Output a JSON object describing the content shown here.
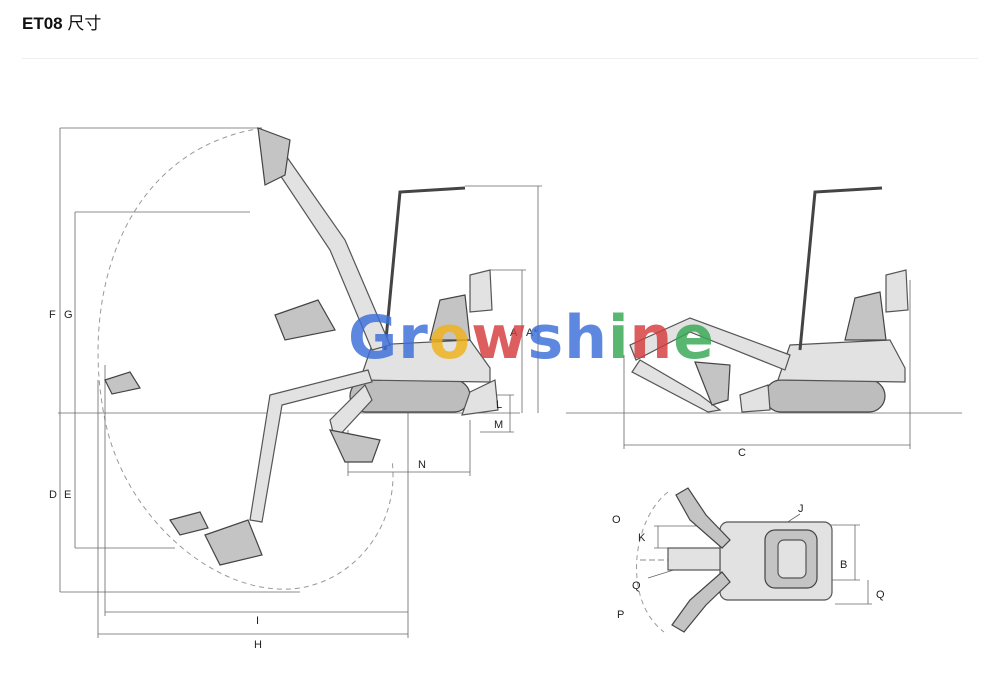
{
  "title": {
    "model": "ET08",
    "suffix": "尺寸"
  },
  "watermark": {
    "letters": [
      "G",
      "r",
      "o",
      "w",
      "s",
      "h",
      "i",
      "n",
      "e"
    ],
    "colors": [
      "#3b6fd9",
      "#3b6fd9",
      "#f0b21a",
      "#d63b3b",
      "#3b6fd9",
      "#3b6fd9",
      "#35a853",
      "#d63b3b",
      "#35a853"
    ]
  },
  "dimension_labels": {
    "F": "F",
    "G": "G",
    "D": "D",
    "E": "E",
    "A": "A",
    "A_star": "A*",
    "L": "L",
    "M": "M",
    "N": "N",
    "I": "I",
    "H": "H",
    "C": "C",
    "O": "O",
    "J": "J",
    "K": "K",
    "B": "B",
    "Q_left": "Q",
    "Q_right": "Q",
    "P": "P"
  }
}
